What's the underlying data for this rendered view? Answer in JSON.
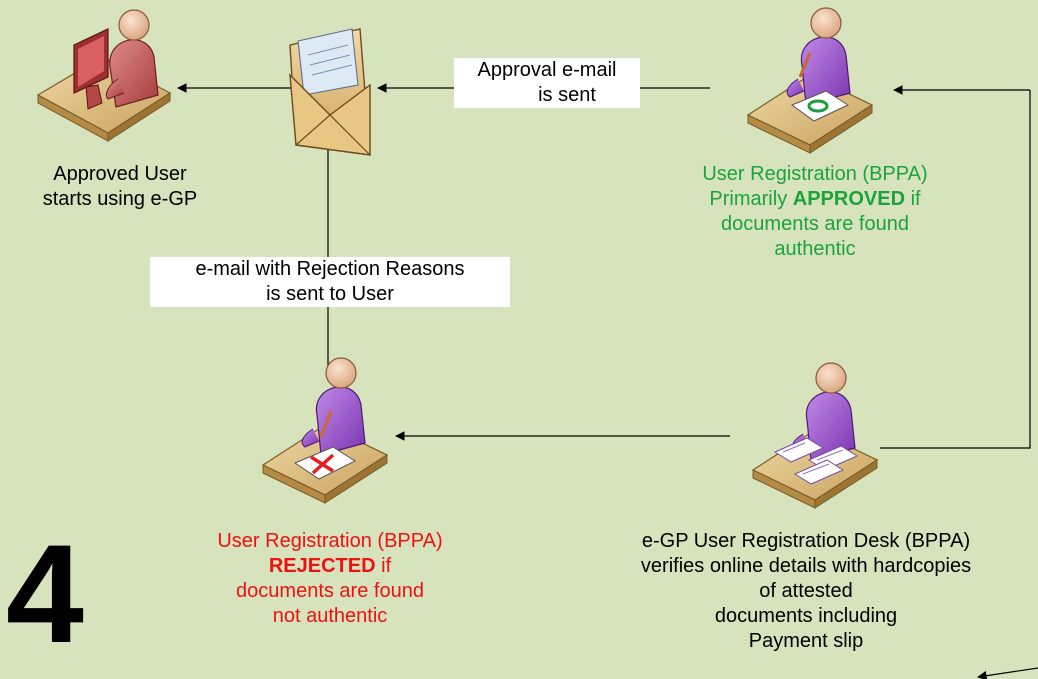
{
  "step_number": "4",
  "colors": {
    "background": "#d6e3bc",
    "approved_text": "#1ca33c",
    "rejected_text": "#ee1111",
    "default_text": "#000000",
    "person_purple": "#9a4fd0",
    "person_red": "#c75a5a",
    "desk": "#e2c489",
    "envelope": "#e5c283"
  },
  "nodes": {
    "approved_user": {
      "icon": "user-at-computer-icon",
      "line1": "Approved User",
      "line2": "starts using e-GP"
    },
    "approved_registration": {
      "icon": "officer-approving-icon",
      "line1": "User Registration (BPPA)",
      "line2_prefix": "Primarily ",
      "line2_bold": "APPROVED",
      "line2_suffix": " if",
      "line3": "documents are found",
      "line4": "authentic"
    },
    "rejected_registration": {
      "icon": "officer-rejecting-icon",
      "line1": "User Registration (BPPA)",
      "line2_bold": "REJECTED",
      "line2_suffix": " if",
      "line3": "documents are found",
      "line4": "not authentic"
    },
    "registration_desk": {
      "icon": "officer-verifying-documents-icon",
      "line1": "e-GP User Registration Desk (BPPA)",
      "line2": "verifies online details with hardcopies",
      "line3": "of attested",
      "line4": "documents including",
      "line5": "Payment slip"
    },
    "envelope": {
      "icon": "envelope-icon"
    }
  },
  "edges": {
    "approval_email": {
      "line1": "Approval e-mail",
      "line2": "is sent"
    },
    "rejection_email": {
      "line1": "e-mail with Rejection Reasons",
      "line2": "is sent to User"
    }
  }
}
